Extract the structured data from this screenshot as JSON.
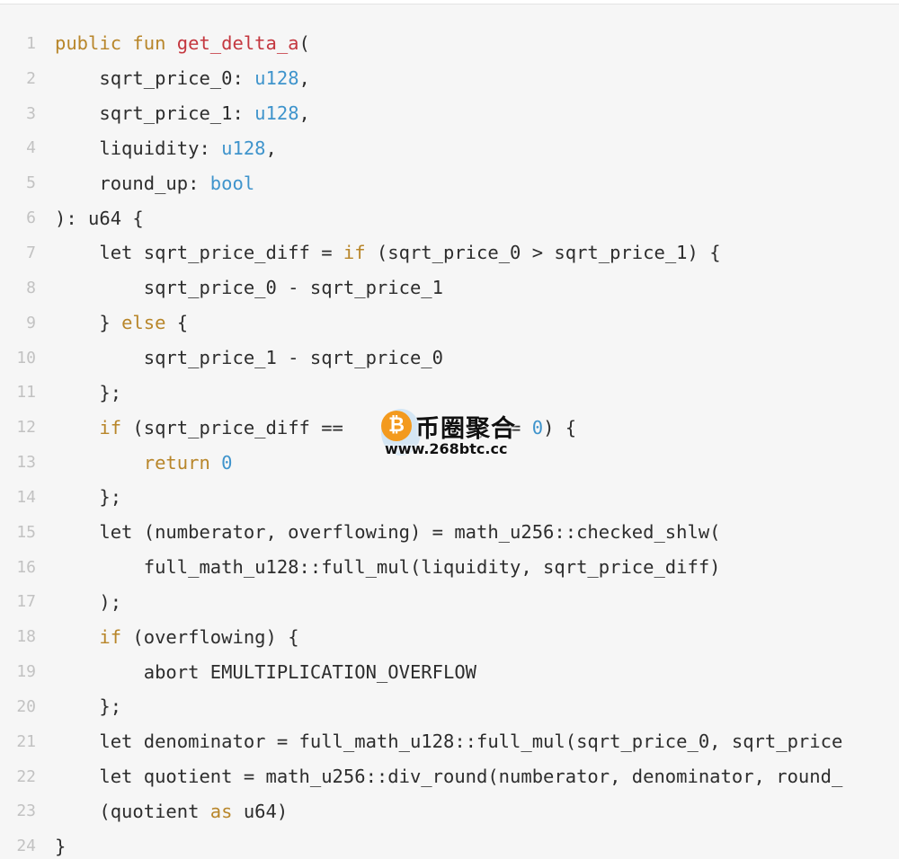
{
  "code": {
    "language": "move",
    "lines": [
      {
        "number": "1",
        "tokens": [
          {
            "t": "kw",
            "v": "public fun "
          },
          {
            "t": "fn",
            "v": "get_delta_a"
          },
          {
            "t": "plain",
            "v": "("
          }
        ]
      },
      {
        "number": "2",
        "tokens": [
          {
            "t": "plain",
            "v": "    sqrt_price_0: "
          },
          {
            "t": "type",
            "v": "u128"
          },
          {
            "t": "plain",
            "v": ","
          }
        ]
      },
      {
        "number": "3",
        "tokens": [
          {
            "t": "plain",
            "v": "    sqrt_price_1: "
          },
          {
            "t": "type",
            "v": "u128"
          },
          {
            "t": "plain",
            "v": ","
          }
        ]
      },
      {
        "number": "4",
        "tokens": [
          {
            "t": "plain",
            "v": "    liquidity: "
          },
          {
            "t": "type",
            "v": "u128"
          },
          {
            "t": "plain",
            "v": ","
          }
        ]
      },
      {
        "number": "5",
        "tokens": [
          {
            "t": "plain",
            "v": "    round_up: "
          },
          {
            "t": "type",
            "v": "bool"
          }
        ]
      },
      {
        "number": "6",
        "tokens": [
          {
            "t": "plain",
            "v": "): u64 {"
          }
        ]
      },
      {
        "number": "7",
        "tokens": [
          {
            "t": "plain",
            "v": "    let sqrt_price_diff = "
          },
          {
            "t": "kw",
            "v": "if"
          },
          {
            "t": "plain",
            "v": " (sqrt_price_0 > sqrt_price_1) {"
          }
        ]
      },
      {
        "number": "8",
        "tokens": [
          {
            "t": "plain",
            "v": "        sqrt_price_0 - sqrt_price_1"
          }
        ]
      },
      {
        "number": "9",
        "tokens": [
          {
            "t": "plain",
            "v": "    } "
          },
          {
            "t": "kw",
            "v": "else"
          },
          {
            "t": "plain",
            "v": " {"
          }
        ]
      },
      {
        "number": "10",
        "tokens": [
          {
            "t": "plain",
            "v": "        sqrt_price_1 - sqrt_price_0"
          }
        ]
      },
      {
        "number": "11",
        "tokens": [
          {
            "t": "plain",
            "v": "    };"
          }
        ]
      },
      {
        "number": "12",
        "tokens": [
          {
            "t": "plain",
            "v": "    "
          },
          {
            "t": "kw",
            "v": "if"
          },
          {
            "t": "plain",
            "v": " (sqrt_price_diff == "
          },
          {
            "t": "plain",
            "v": "          ty == "
          },
          {
            "t": "num",
            "v": "0"
          },
          {
            "t": "plain",
            "v": ") {"
          }
        ]
      },
      {
        "number": "13",
        "tokens": [
          {
            "t": "plain",
            "v": "        "
          },
          {
            "t": "kw",
            "v": "return"
          },
          {
            "t": "plain",
            "v": " "
          },
          {
            "t": "num",
            "v": "0"
          }
        ]
      },
      {
        "number": "14",
        "tokens": [
          {
            "t": "plain",
            "v": "    };"
          }
        ]
      },
      {
        "number": "15",
        "tokens": [
          {
            "t": "plain",
            "v": "    let (numberator, overflowing) = math_u256::checked_shlw("
          }
        ]
      },
      {
        "number": "16",
        "tokens": [
          {
            "t": "plain",
            "v": "        full_math_u128::full_mul(liquidity, sqrt_price_diff)"
          }
        ]
      },
      {
        "number": "17",
        "tokens": [
          {
            "t": "plain",
            "v": "    );"
          }
        ]
      },
      {
        "number": "18",
        "tokens": [
          {
            "t": "plain",
            "v": "    "
          },
          {
            "t": "kw",
            "v": "if"
          },
          {
            "t": "plain",
            "v": " (overflowing) {"
          }
        ]
      },
      {
        "number": "19",
        "tokens": [
          {
            "t": "plain",
            "v": "        abort EMULTIPLICATION_OVERFLOW"
          }
        ]
      },
      {
        "number": "20",
        "tokens": [
          {
            "t": "plain",
            "v": "    };"
          }
        ]
      },
      {
        "number": "21",
        "tokens": [
          {
            "t": "plain",
            "v": "    let denominator = full_math_u128::full_mul(sqrt_price_0, sqrt_price"
          }
        ]
      },
      {
        "number": "22",
        "tokens": [
          {
            "t": "plain",
            "v": "    let quotient = math_u256::div_round(numberator, denominator, round_"
          }
        ]
      },
      {
        "number": "23",
        "tokens": [
          {
            "t": "plain",
            "v": "    (quotient "
          },
          {
            "t": "kw",
            "v": "as"
          },
          {
            "t": "plain",
            "v": " u64)"
          }
        ]
      },
      {
        "number": "24",
        "tokens": [
          {
            "t": "plain",
            "v": "}"
          }
        ]
      }
    ]
  },
  "watermark": {
    "icon": "bitcoin-coin-icon",
    "icon_glyph": "₿",
    "title": "币圈聚合",
    "url": "www.268btc.cc"
  },
  "colors": {
    "background": "#f6f6f6",
    "keyword": "#b8862a",
    "function_name": "#c4373f",
    "type": "#3f94cc",
    "text": "#2d2d2d",
    "line_number": "#c2c2c2"
  }
}
